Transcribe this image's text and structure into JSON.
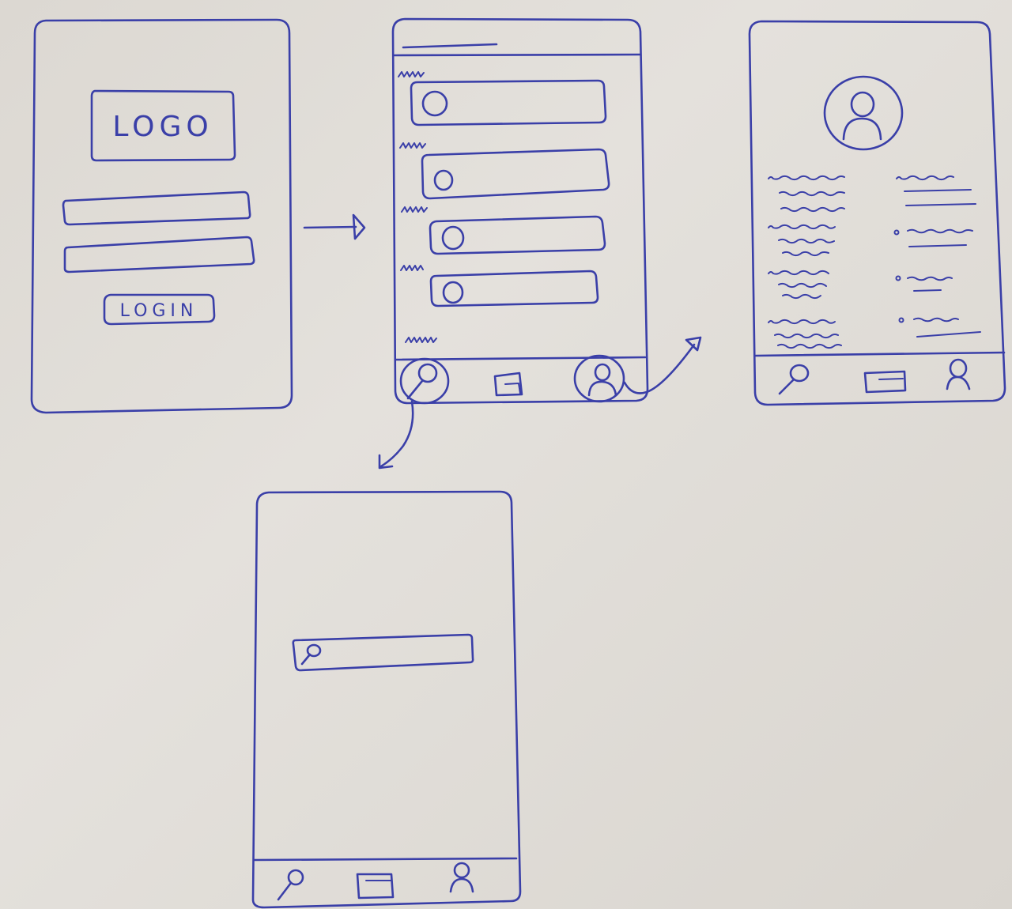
{
  "ink_color": "#3a3fa8",
  "paper_color": "#dedad4",
  "screens": {
    "login": {
      "logo_text": "LOGO",
      "fields": [
        "username-field",
        "password-field"
      ],
      "button_label": "LOGIN"
    },
    "feed": {
      "card_count": 4,
      "nav": [
        "search-icon",
        "gallery-icon",
        "profile-icon"
      ]
    },
    "profile": {
      "nav": [
        "search-icon",
        "gallery-icon",
        "profile-icon"
      ]
    },
    "search": {
      "nav": [
        "search-icon",
        "gallery-icon",
        "profile-icon"
      ]
    }
  },
  "flows": [
    {
      "from": "login",
      "to": "feed"
    },
    {
      "from": "feed",
      "to": "profile"
    },
    {
      "from": "feed",
      "to": "search"
    }
  ]
}
